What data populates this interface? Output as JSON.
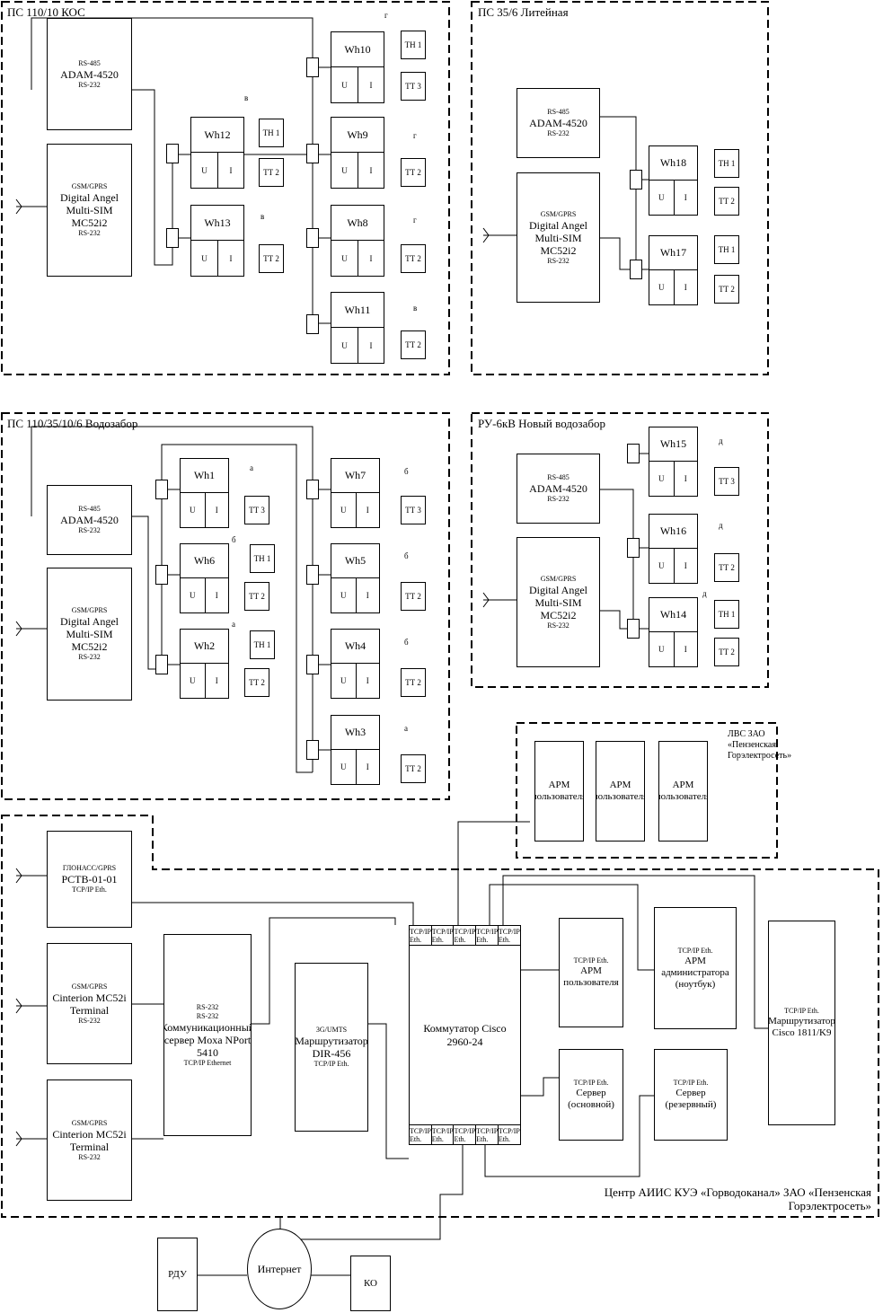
{
  "zones": {
    "kos": "ПС 110/10 КОС",
    "liteynaya": "ПС 35/6 Литейная",
    "vodozabor": "ПС 110/35/10/6 Водозабор",
    "novy": "РУ-6кВ Новый водозабор",
    "lvs": "ЛВС ЗАО «Пензенская Горэлектросеть»",
    "center": "Центр АИИС КУЭ «Горводоканал» ЗАО «Пензенская Горэлектросеть»"
  },
  "labels": {
    "gsm": "GSM/GPRS",
    "rs485": "RS-485",
    "rs232": "RS-232",
    "adam": "ADAM-4520",
    "angel": "Digital Angel Multi-SIM MC52i2",
    "tcp_eth": "TCP/IP Eth.",
    "tcp_ethernet": "TCP/IP Ethernet",
    "umts": "3G/UMTS",
    "glonass": "ГЛОНАСС/GPRS",
    "u": "U",
    "i": "I"
  },
  "meters": {
    "wh1": "Wh1",
    "wh2": "Wh2",
    "wh3": "Wh3",
    "wh4": "Wh4",
    "wh5": "Wh5",
    "wh6": "Wh6",
    "wh7": "Wh7",
    "wh8": "Wh8",
    "wh9": "Wh9",
    "wh10": "Wh10",
    "wh11": "Wh11",
    "wh12": "Wh12",
    "wh13": "Wh13",
    "wh14": "Wh14",
    "wh15": "Wh15",
    "wh16": "Wh16",
    "wh17": "Wh17",
    "wh18": "Wh18"
  },
  "sensors": {
    "th1": "ТН 1",
    "tt2": "ТТ 2",
    "tt3": "ТТ 3"
  },
  "phases": {
    "a": "а",
    "b": "б",
    "v": "в",
    "g": "г",
    "d": "д"
  },
  "devices": {
    "cinterion": "Cinterion MC52i Terminal",
    "pctb": "PCTB-01-01",
    "moxa": "Коммуникационный сервер Moxa NPort 5410",
    "dir": "Маршрутизатор DIR-456",
    "switch": "Коммутатор Cisco 2960-24",
    "server_main": "Сервер (основной)",
    "server_res": "Сервер (резервный)",
    "arm_user": "АРМ пользователя",
    "arm_admin": "АРМ администратора (ноутбук)",
    "router": "Маршрутизатор Cisco 1811/K9"
  },
  "external": {
    "internet": "Интернет",
    "rdu": "РДУ",
    "ko": "КО"
  }
}
